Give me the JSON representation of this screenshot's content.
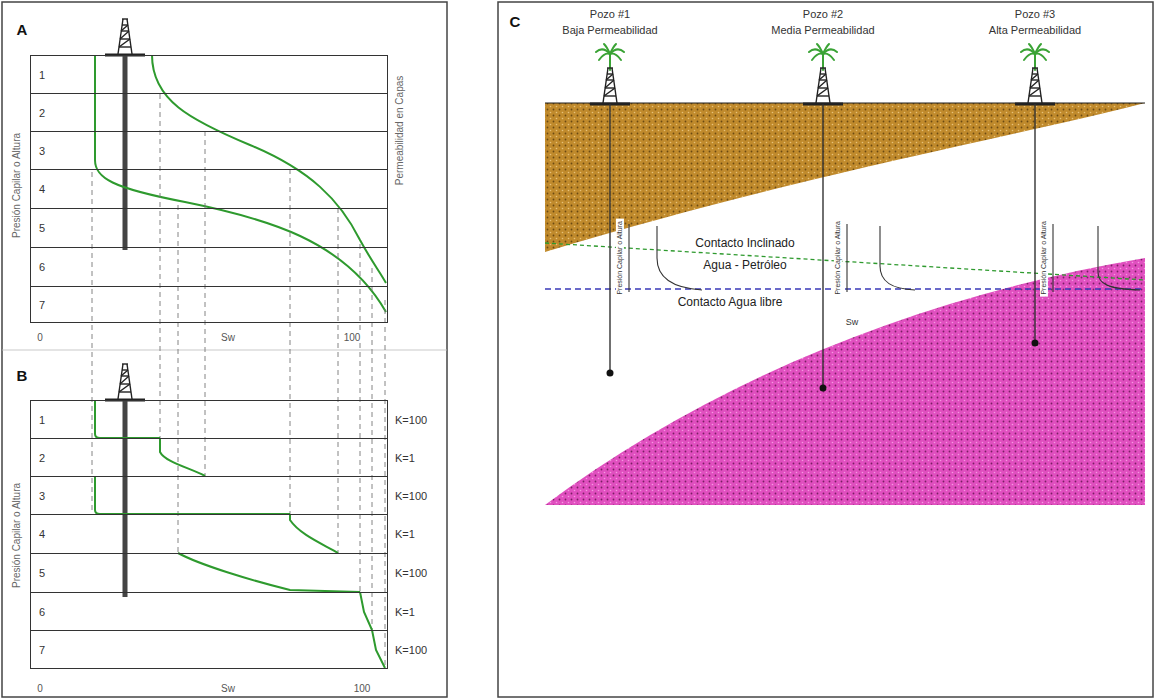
{
  "diagram": {
    "nodes": [
      {
        "text": [
          "1"
        ]
      },
      {
        "text": [
          "2"
        ]
      },
      {
        "text": [
          "3"
        ]
      },
      {
        "text": [
          "4"
        ]
      },
      {
        "text": [
          "5"
        ]
      },
      {
        "text": [
          "6"
        ]
      },
      {
        "text": [
          "7"
        ]
      },
      {
        "text": [
          "1",
          "K=100"
        ]
      },
      {
        "text": [
          "2",
          "K=1"
        ]
      },
      {
        "text": [
          "3",
          "K=100"
        ]
      },
      {
        "text": [
          "4",
          "K=1"
        ]
      },
      {
        "text": [
          "5",
          "K=100"
        ]
      },
      {
        "text": [
          "6",
          "K=1"
        ]
      },
      {
        "text": [
          "7",
          "K=100"
        ]
      }
    ],
    "labels": [
      "A",
      "Presión Capilar o Altura",
      "Permeabilidad en Capas",
      "0",
      "Sw",
      "100",
      "B",
      "Presión Capilar o Altura",
      "0",
      "Sw",
      "100",
      "C",
      "Pozo #1",
      "Baja Permeabilidad",
      "Pozo #2",
      "Media Permeabilidad",
      "Pozo #3",
      "Alta Permeabilidad",
      "Contacto Inclinado",
      "Agua - Petróleo",
      "Contacto Agua libre",
      "Sw",
      "Presión Capilar o Altura",
      "Presión Capilar o Altura",
      "Presión Capilar o Altura"
    ]
  }
}
